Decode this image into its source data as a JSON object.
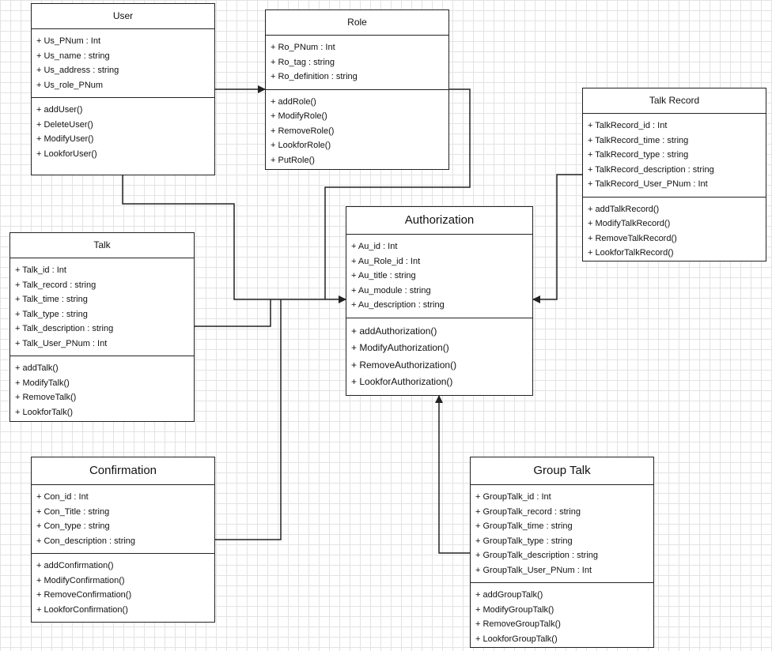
{
  "classes": {
    "user": {
      "title": "User",
      "attributes": [
        "+ Us_PNum : Int",
        "+ Us_name : string",
        "+ Us_address : string",
        "+ Us_role_PNum"
      ],
      "methods": [
        "+ addUser()",
        "+ DeleteUser()",
        "+ ModifyUser()",
        "+ LookforUser()"
      ]
    },
    "role": {
      "title": "Role",
      "attributes": [
        "+ Ro_PNum : Int",
        "+ Ro_tag : string",
        "+ Ro_definition : string"
      ],
      "methods": [
        "+ addRole()",
        "+ ModifyRole()",
        "+ RemoveRole()",
        "+ LookforRole()",
        "+ PutRole()"
      ]
    },
    "talk_record": {
      "title": "Talk Record",
      "attributes": [
        "+ TalkRecord_id : Int",
        "+ TalkRecord_time : string",
        "+ TalkRecord_type : string",
        "+ TalkRecord_description : string",
        "+ TalkRecord_User_PNum : Int"
      ],
      "methods": [
        "+ addTalkRecord()",
        "+ ModifyTalkRecord()",
        "+ RemoveTalkRecord()",
        "+ LookforTalkRecord()"
      ]
    },
    "talk": {
      "title": "Talk",
      "attributes": [
        "+ Talk_id : Int",
        "+ Talk_record : string",
        "+ Talk_time : string",
        "+ Talk_type : string",
        "+ Talk_description : string",
        "+ Talk_User_PNum : Int"
      ],
      "methods": [
        "+ addTalk()",
        "+ ModifyTalk()",
        "+ RemoveTalk()",
        "+ LookforTalk()"
      ]
    },
    "authorization": {
      "title": "Authorization",
      "attributes": [
        "+ Au_id : Int",
        "+ Au_Role_id : Int",
        "+ Au_title : string",
        "+ Au_module : string",
        "+ Au_description : string"
      ],
      "methods": [
        "+ addAuthorization()",
        "+ ModifyAuthorization()",
        "+ RemoveAuthorization()",
        "+ LookforAuthorization()"
      ]
    },
    "confirmation": {
      "title": "Confirmation",
      "attributes": [
        "+ Con_id : Int",
        "+ Con_Title : string",
        "+ Con_type : string",
        "+ Con_description : string"
      ],
      "methods": [
        "+ addConfirmation()",
        "+ ModifyConfirmation()",
        "+ RemoveConfirmation()",
        "+ LookforConfirmation()"
      ]
    },
    "group_talk": {
      "title": "Group Talk",
      "attributes": [
        "+ GroupTalk_id : Int",
        "+ GroupTalk_record : string",
        "+ GroupTalk_time : string",
        "+ GroupTalk_type : string",
        "+ GroupTalk_description : string",
        "+ GroupTalk_User_PNum : Int"
      ],
      "methods": [
        "+ addGroupTalk()",
        "+ ModifyGroupTalk()",
        "+ RemoveGroupTalk()",
        "+ LookforGroupTalk()"
      ]
    }
  },
  "colors": {
    "line": "#222222",
    "grid": "#e3e3e3",
    "box_fill": "#ffffff"
  }
}
